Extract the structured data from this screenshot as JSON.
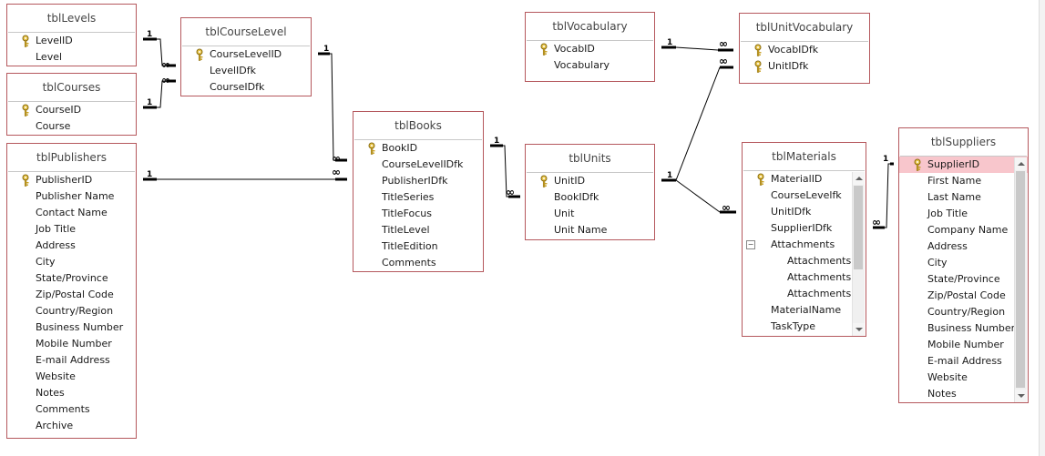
{
  "colors": {
    "border": "#b5585d",
    "selected": "#f8c6cc",
    "key": "#c9a227"
  },
  "tables": {
    "levels": {
      "title": "tblLevels",
      "fields": [
        "LevelID",
        "Level"
      ]
    },
    "courses": {
      "title": "tblCourses",
      "fields": [
        "CourseID",
        "Course"
      ]
    },
    "publishers": {
      "title": "tblPublishers",
      "fields": [
        "PublisherID",
        "Publisher Name",
        "Contact Name",
        "Job Title",
        "Address",
        "City",
        "State/Province",
        "Zip/Postal Code",
        "Country/Region",
        "Business Number",
        "Mobile Number",
        "E-mail Address",
        "Website",
        "Notes",
        "Comments",
        "Archive"
      ]
    },
    "courselevel": {
      "title": "tblCourseLevel",
      "fields": [
        "CourseLevelID",
        "LevelIDfk",
        "CourseIDfk"
      ]
    },
    "books": {
      "title": "tblBooks",
      "fields": [
        "BookID",
        "CourseLevelIDfk",
        "PublisherIDfk",
        "TitleSeries",
        "TitleFocus",
        "TitleLevel",
        "TitleEdition",
        "Comments"
      ]
    },
    "vocabulary": {
      "title": "tblVocabulary",
      "fields": [
        "VocabID",
        "Vocabulary"
      ]
    },
    "units": {
      "title": "tblUnits",
      "fields": [
        "UnitID",
        "BookIDfk",
        "Unit",
        "Unit Name"
      ]
    },
    "unitvocabulary": {
      "title": "tblUnitVocabulary",
      "fields": [
        "VocabIDfk",
        "UnitIDfk"
      ]
    },
    "materials": {
      "title": "tblMaterials",
      "fields": [
        "MaterialID",
        "CourseLevelfk",
        "UnitIDfk",
        "SupplierIDfk",
        "Attachments",
        "Attachments.I",
        "Attachments.I",
        "Attachments.I",
        "MaterialName",
        "TaskType"
      ]
    },
    "suppliers": {
      "title": "tblSuppliers",
      "fields": [
        "SupplierID",
        "First Name",
        "Last Name",
        "Job Title",
        "Company Name",
        "Address",
        "City",
        "State/Province",
        "Zip/Postal Code",
        "Country/Region",
        "Business Number",
        "Mobile Number",
        "E-mail Address",
        "Website",
        "Notes"
      ]
    }
  },
  "relationship": {
    "one": "1",
    "many": "∞"
  }
}
